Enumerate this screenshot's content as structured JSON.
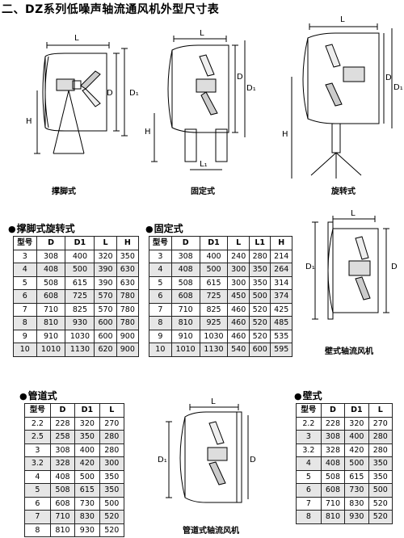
{
  "title": "二、DZ系列低噪声轴流通风机外型尺寸表",
  "figures": {
    "tripod": {
      "caption": "撑脚式",
      "labels": {
        "L": "L",
        "D": "D",
        "D1": "D₁",
        "H": "H"
      }
    },
    "fixed": {
      "caption": "固定式",
      "labels": {
        "L": "L",
        "D": "D",
        "D1": "D₁",
        "H": "H",
        "L1": "L₁"
      }
    },
    "rotary": {
      "caption": "旋转式",
      "labels": {
        "L": "L",
        "D": "D",
        "D1": "D₁",
        "H": "H"
      }
    },
    "wall": {
      "caption": "壁式轴流风机",
      "labels": {
        "L": "L",
        "D": "D",
        "D1": "D₁"
      }
    },
    "duct": {
      "caption": "管道式轴流风机",
      "labels": {
        "L": "L",
        "D": "D",
        "D1": "D₁"
      }
    }
  },
  "sections": {
    "tripod_rotary": "撑脚式旋转式",
    "fixed": "固定式",
    "duct": "管道式",
    "wall": "壁式"
  },
  "bullet": "●",
  "tables": {
    "tripod_rotary": {
      "headers": [
        "型号",
        "D",
        "D1",
        "L",
        "H"
      ],
      "rows": [
        [
          "3",
          "308",
          "400",
          "320",
          "350"
        ],
        [
          "4",
          "408",
          "500",
          "390",
          "630"
        ],
        [
          "5",
          "508",
          "615",
          "390",
          "630"
        ],
        [
          "6",
          "608",
          "725",
          "570",
          "780"
        ],
        [
          "7",
          "710",
          "825",
          "570",
          "780"
        ],
        [
          "8",
          "810",
          "930",
          "600",
          "780"
        ],
        [
          "9",
          "910",
          "1030",
          "600",
          "900"
        ],
        [
          "10",
          "1010",
          "1130",
          "620",
          "900"
        ]
      ]
    },
    "fixed": {
      "headers": [
        "型号",
        "D",
        "D1",
        "L",
        "L1",
        "H"
      ],
      "rows": [
        [
          "3",
          "308",
          "400",
          "240",
          "280",
          "214"
        ],
        [
          "4",
          "408",
          "500",
          "300",
          "350",
          "264"
        ],
        [
          "5",
          "508",
          "615",
          "300",
          "350",
          "314"
        ],
        [
          "6",
          "608",
          "725",
          "450",
          "500",
          "374"
        ],
        [
          "7",
          "710",
          "825",
          "460",
          "520",
          "425"
        ],
        [
          "8",
          "810",
          "925",
          "460",
          "520",
          "485"
        ],
        [
          "9",
          "910",
          "1030",
          "460",
          "520",
          "535"
        ],
        [
          "10",
          "1010",
          "1130",
          "540",
          "600",
          "595"
        ]
      ]
    },
    "duct": {
      "headers": [
        "型号",
        "D",
        "D1",
        "L"
      ],
      "rows": [
        [
          "2.2",
          "228",
          "320",
          "270"
        ],
        [
          "2.5",
          "258",
          "350",
          "280"
        ],
        [
          "3",
          "308",
          "400",
          "280"
        ],
        [
          "3.2",
          "328",
          "420",
          "300"
        ],
        [
          "4",
          "408",
          "500",
          "350"
        ],
        [
          "5",
          "508",
          "615",
          "350"
        ],
        [
          "6",
          "608",
          "730",
          "500"
        ],
        [
          "7",
          "710",
          "830",
          "520"
        ],
        [
          "8",
          "810",
          "930",
          "520"
        ]
      ]
    },
    "wall": {
      "headers": [
        "型号",
        "D",
        "D1",
        "L"
      ],
      "rows": [
        [
          "2.2",
          "228",
          "320",
          "270"
        ],
        [
          "3",
          "308",
          "400",
          "280"
        ],
        [
          "3.2",
          "328",
          "420",
          "280"
        ],
        [
          "4",
          "408",
          "500",
          "350"
        ],
        [
          "5",
          "508",
          "615",
          "350"
        ],
        [
          "6",
          "608",
          "730",
          "500"
        ],
        [
          "7",
          "710",
          "830",
          "520"
        ],
        [
          "8",
          "810",
          "930",
          "520"
        ]
      ]
    }
  }
}
